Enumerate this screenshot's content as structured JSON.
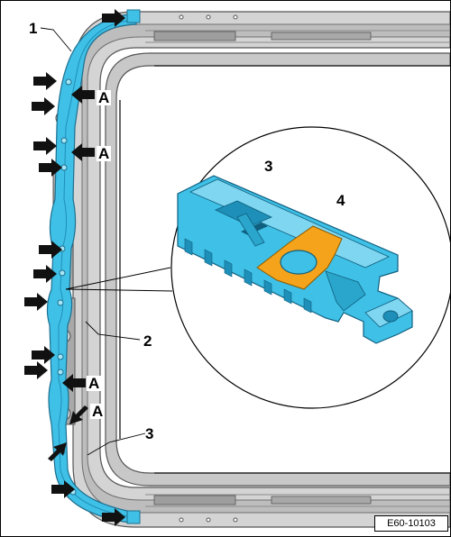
{
  "callouts": {
    "c1": "1",
    "c2": "2",
    "c3_main": "3",
    "c3_detail": "3",
    "c4_detail": "4"
  },
  "markers": {
    "a1": "A",
    "a2": "A",
    "a3": "A",
    "a4": "A"
  },
  "figure_code": "E60-10103",
  "colors": {
    "component": "#3fc0e6",
    "component_dark": "#1e8fb8",
    "frame": "#b4b4b4",
    "frame_dark": "#6e6e6e",
    "gasket": "#f4a31a",
    "arrow": "#111111"
  }
}
